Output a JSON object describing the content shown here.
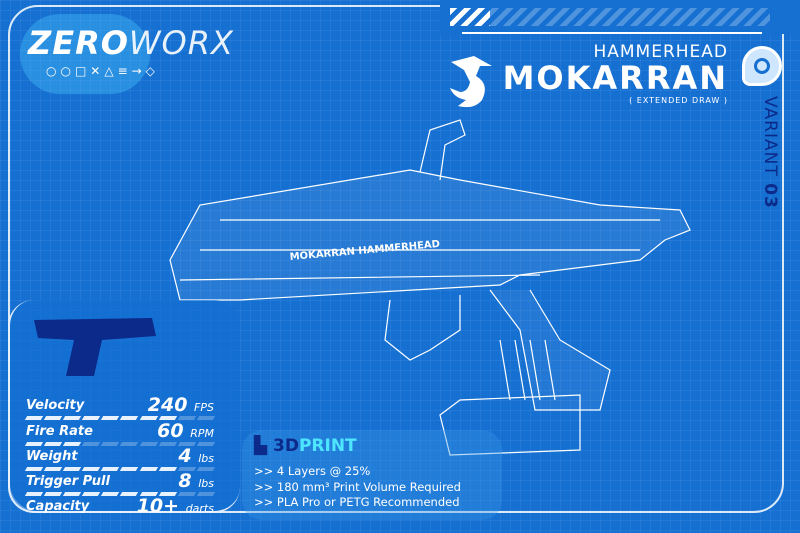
{
  "brand": {
    "logo_text_bold": "ZERO",
    "logo_text_light": "WORX",
    "logo_icons": "○○□✕△≡→◇"
  },
  "product": {
    "line": "HAMMERHEAD",
    "name": "MOKARRAN",
    "note": "( EXTENDED DRAW )",
    "variant_label": "VARIANT",
    "variant_number": "03",
    "body_text": "MOKARRAN HAMMERHEAD"
  },
  "stats": [
    {
      "label": "Velocity",
      "icon": "gauge-icon",
      "value": "240",
      "unit": "FPS",
      "level": 0.8
    },
    {
      "label": "Fire Rate",
      "icon": "speed-lines-icon",
      "value": "60",
      "unit": "RPM",
      "level": 0.3
    },
    {
      "label": "Weight",
      "icon": "kettlebell-icon",
      "value": "4",
      "unit": "lbs",
      "level": 0.8
    },
    {
      "label": "Trigger Pull",
      "icon": "trigger-icon",
      "value": "8",
      "unit": "lbs",
      "level": 0.8
    },
    {
      "label": "Capacity",
      "icon": "magazine-icon",
      "value": "10+",
      "unit": "darts"
    }
  ],
  "print": {
    "title_a": "3D",
    "title_b": "PRINT",
    "items": [
      ">> 4 Layers @ 25%",
      ">> 180 mm³ Print Volume Required",
      ">> PLA Pro or PETG Recommended"
    ]
  },
  "colors": {
    "background": "#1570d2",
    "accent_dark": "#0c2a8a",
    "accent_cyan": "#4ee6ff"
  }
}
